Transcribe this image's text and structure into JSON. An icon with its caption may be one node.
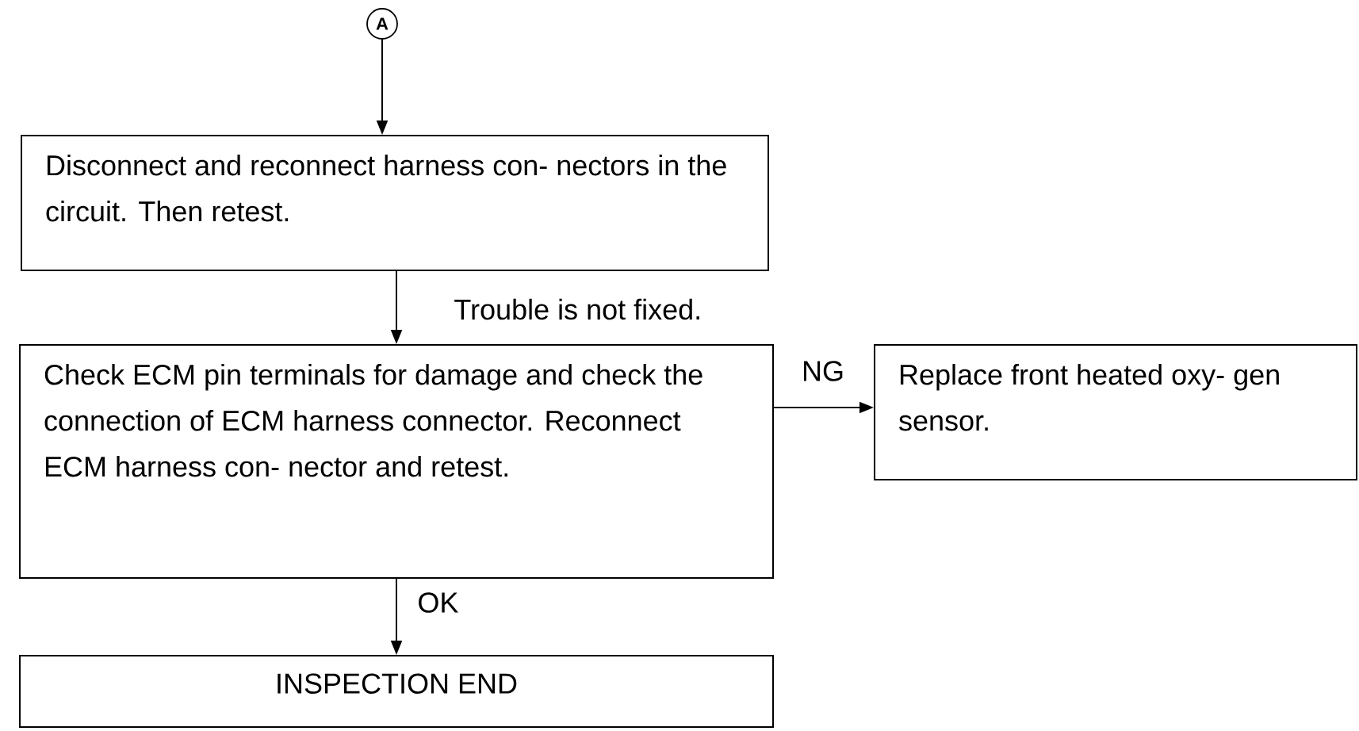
{
  "diagram": {
    "nodes": [
      {
        "text": [
          "A"
        ]
      },
      {
        "text": [
          "Disconnect and reconnect harness con- nectors in the circuit. Then retest."
        ]
      },
      {
        "text": [
          "Check ECM pin terminals for damage and check the connection of ECM harness connector. Reconnect ECM harness con- nector and retest."
        ]
      },
      {
        "text": [
          "Replace front heated oxy- gen sensor."
        ]
      },
      {
        "text": [
          "INSPECTION END"
        ]
      }
    ],
    "edges": [
      {
        "from": 0,
        "to": 1,
        "arrow": "to"
      },
      {
        "from": 1,
        "to": 2,
        "arrow": "to",
        "label": "Trouble is not fixed."
      },
      {
        "from": 2,
        "to": 3,
        "arrow": "to",
        "label": "NG"
      },
      {
        "from": 2,
        "to": 4,
        "arrow": "to",
        "label": "OK"
      }
    ]
  }
}
